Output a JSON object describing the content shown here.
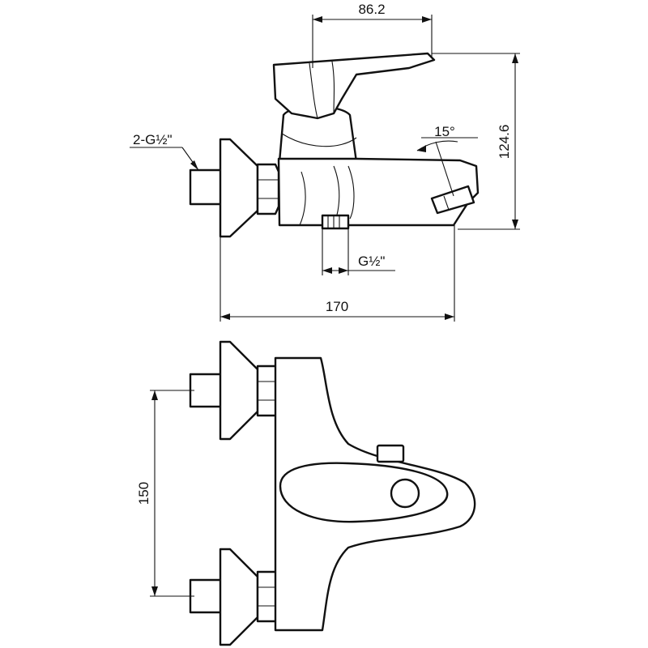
{
  "dimensions": {
    "handle_reach": "86.2",
    "overall_height": "124.6",
    "spout_tilt": "15°",
    "inlet_thread": "2-G½\"",
    "outlet_thread": "G½\"",
    "overall_length": "170",
    "inlet_centers": "150"
  }
}
